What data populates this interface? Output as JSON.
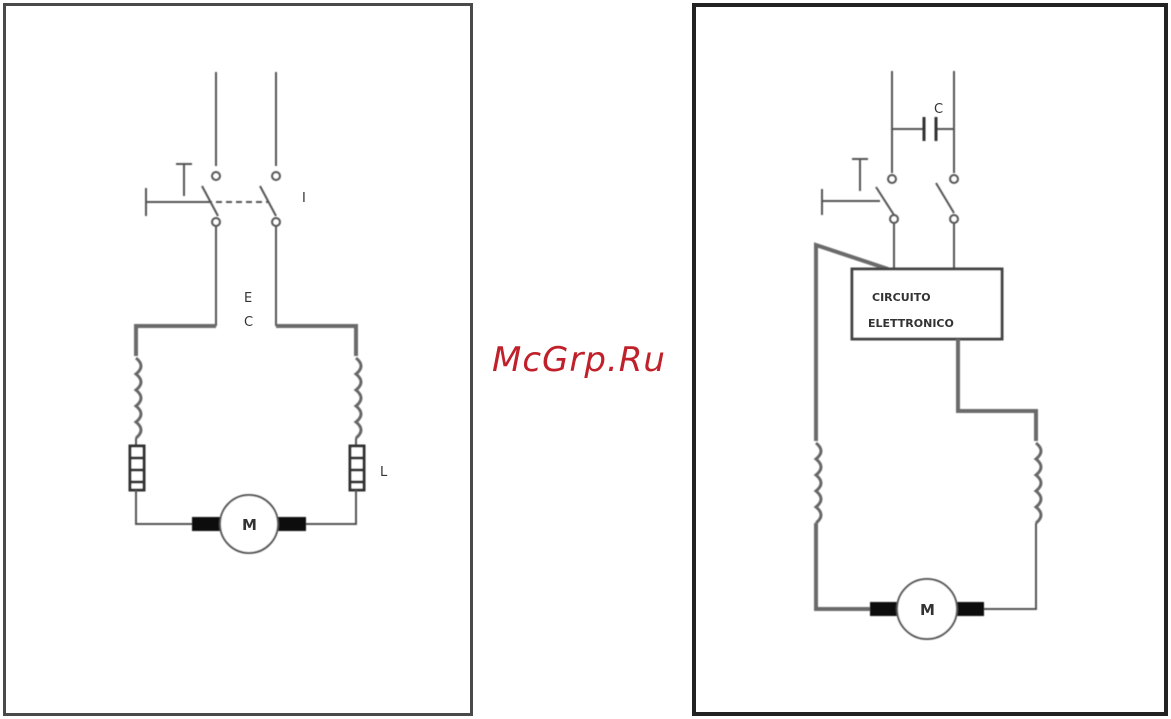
{
  "watermark": "McGrp.Ru",
  "left_diagram": {
    "switch_labels": [
      "I"
    ],
    "side_labels": [
      "E",
      "C"
    ],
    "field_label": "L",
    "motor_label": "M"
  },
  "right_diagram": {
    "capacitor_label": "C",
    "box_line1": "CIRCUITO",
    "box_line2": "ELETTRONICO",
    "motor_label": "M"
  },
  "colors": {
    "watermark": "#c0202a",
    "frame": "#4a4a4a",
    "wire": "#6a6a6a"
  }
}
